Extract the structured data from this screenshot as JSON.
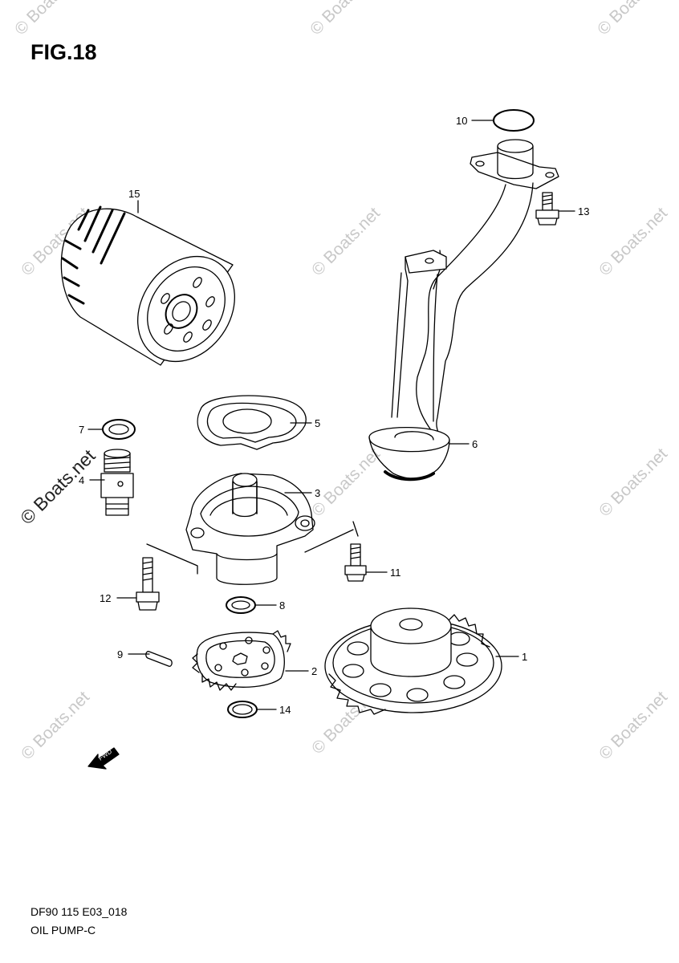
{
  "figure": {
    "title": "FIG.18"
  },
  "footer": {
    "code": "DF90 115 E03_018",
    "name": "OIL PUMP-C"
  },
  "watermark": {
    "text": "© Boats.net"
  },
  "badge": {
    "fwd": "FWD"
  },
  "callouts": {
    "c1": "1",
    "c2": "2",
    "c3": "3",
    "c4": "4",
    "c5": "5",
    "c6": "6",
    "c7": "7",
    "c8": "8",
    "c9": "9",
    "c10": "10",
    "c11": "11",
    "c12": "12",
    "c13": "13",
    "c14": "14",
    "c15": "15"
  }
}
